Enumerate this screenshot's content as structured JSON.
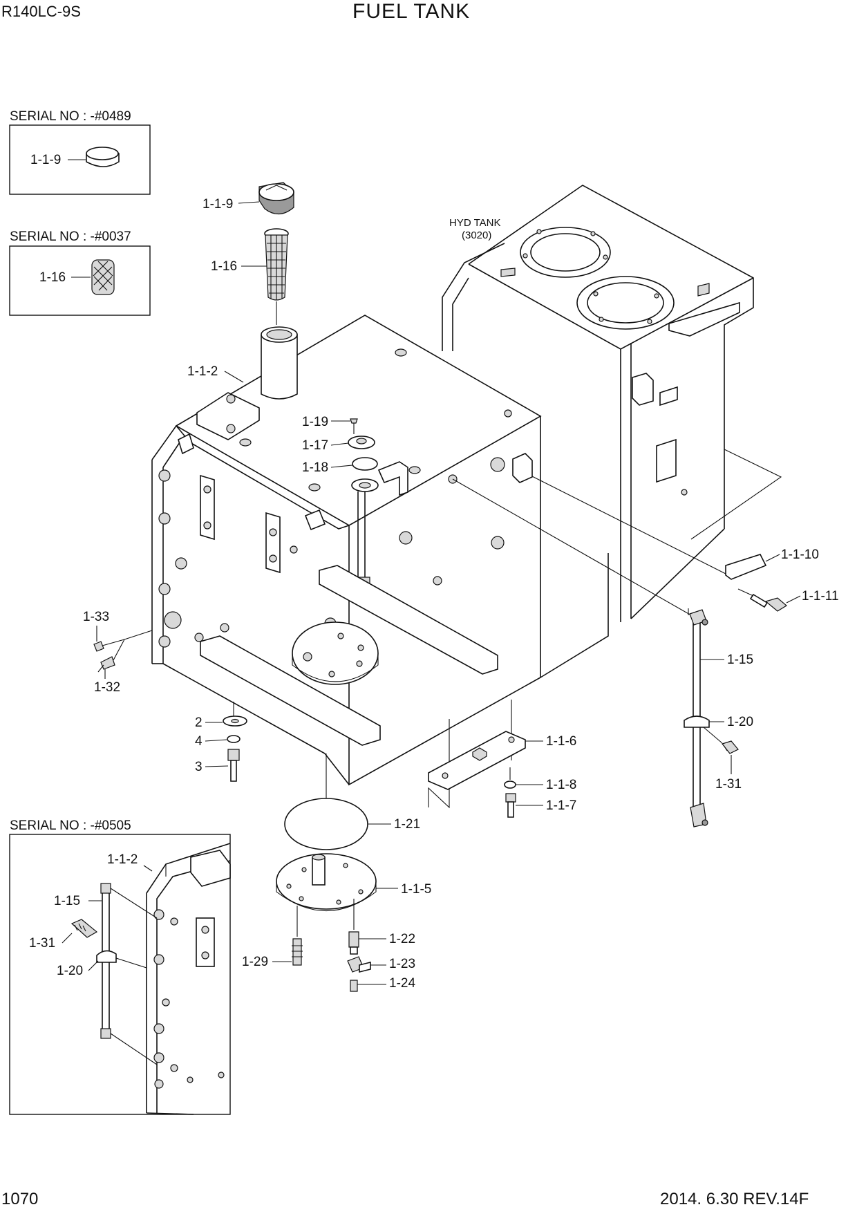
{
  "header": {
    "model": "R140LC-9S",
    "title": "FUEL TANK"
  },
  "footer": {
    "page": "1070",
    "date_rev": "2014. 6.30  REV.14F"
  },
  "insets": [
    {
      "serial": "SERIAL NO : -#0489",
      "labels": [
        "1-1-9"
      ]
    },
    {
      "serial": "SERIAL NO : -#0037",
      "labels": [
        "1-16"
      ]
    },
    {
      "serial": "SERIAL NO : -#0505",
      "labels": [
        "1-1-2",
        "1-15",
        "1-31",
        "1-20"
      ]
    }
  ],
  "hyd_tank": {
    "line1": "HYD TANK",
    "line2": "(3020)"
  },
  "callouts": [
    "1-1-9",
    "1-16",
    "1-1-2",
    "1-19",
    "1-17",
    "1-18",
    "1-1-10",
    "1-1-11",
    "1-33",
    "1-32",
    "1-15",
    "1-20",
    "2",
    "4",
    "3",
    "1-1-6",
    "1-31",
    "1-1-8",
    "1-1-7",
    "1-21",
    "1-1-5",
    "1-22",
    "1-29",
    "1-23",
    "1-24"
  ]
}
